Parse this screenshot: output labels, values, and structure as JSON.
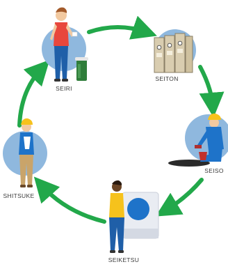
{
  "cycle": {
    "steps": [
      {
        "label": "SEIRI"
      },
      {
        "label": "SEITON"
      },
      {
        "label": "SEISO"
      },
      {
        "label": "SEIKETSU"
      },
      {
        "label": "SHITSUKE"
      }
    ]
  },
  "colors": {
    "circle": "#8fb8de",
    "arrow": "#22a84a",
    "label": "#3a3a3a",
    "shirt_red": "#e8473c",
    "helmet_yellow": "#f6c21c",
    "binder_beige": "#d9cdb0",
    "panel_blue": "#1e73c9"
  }
}
